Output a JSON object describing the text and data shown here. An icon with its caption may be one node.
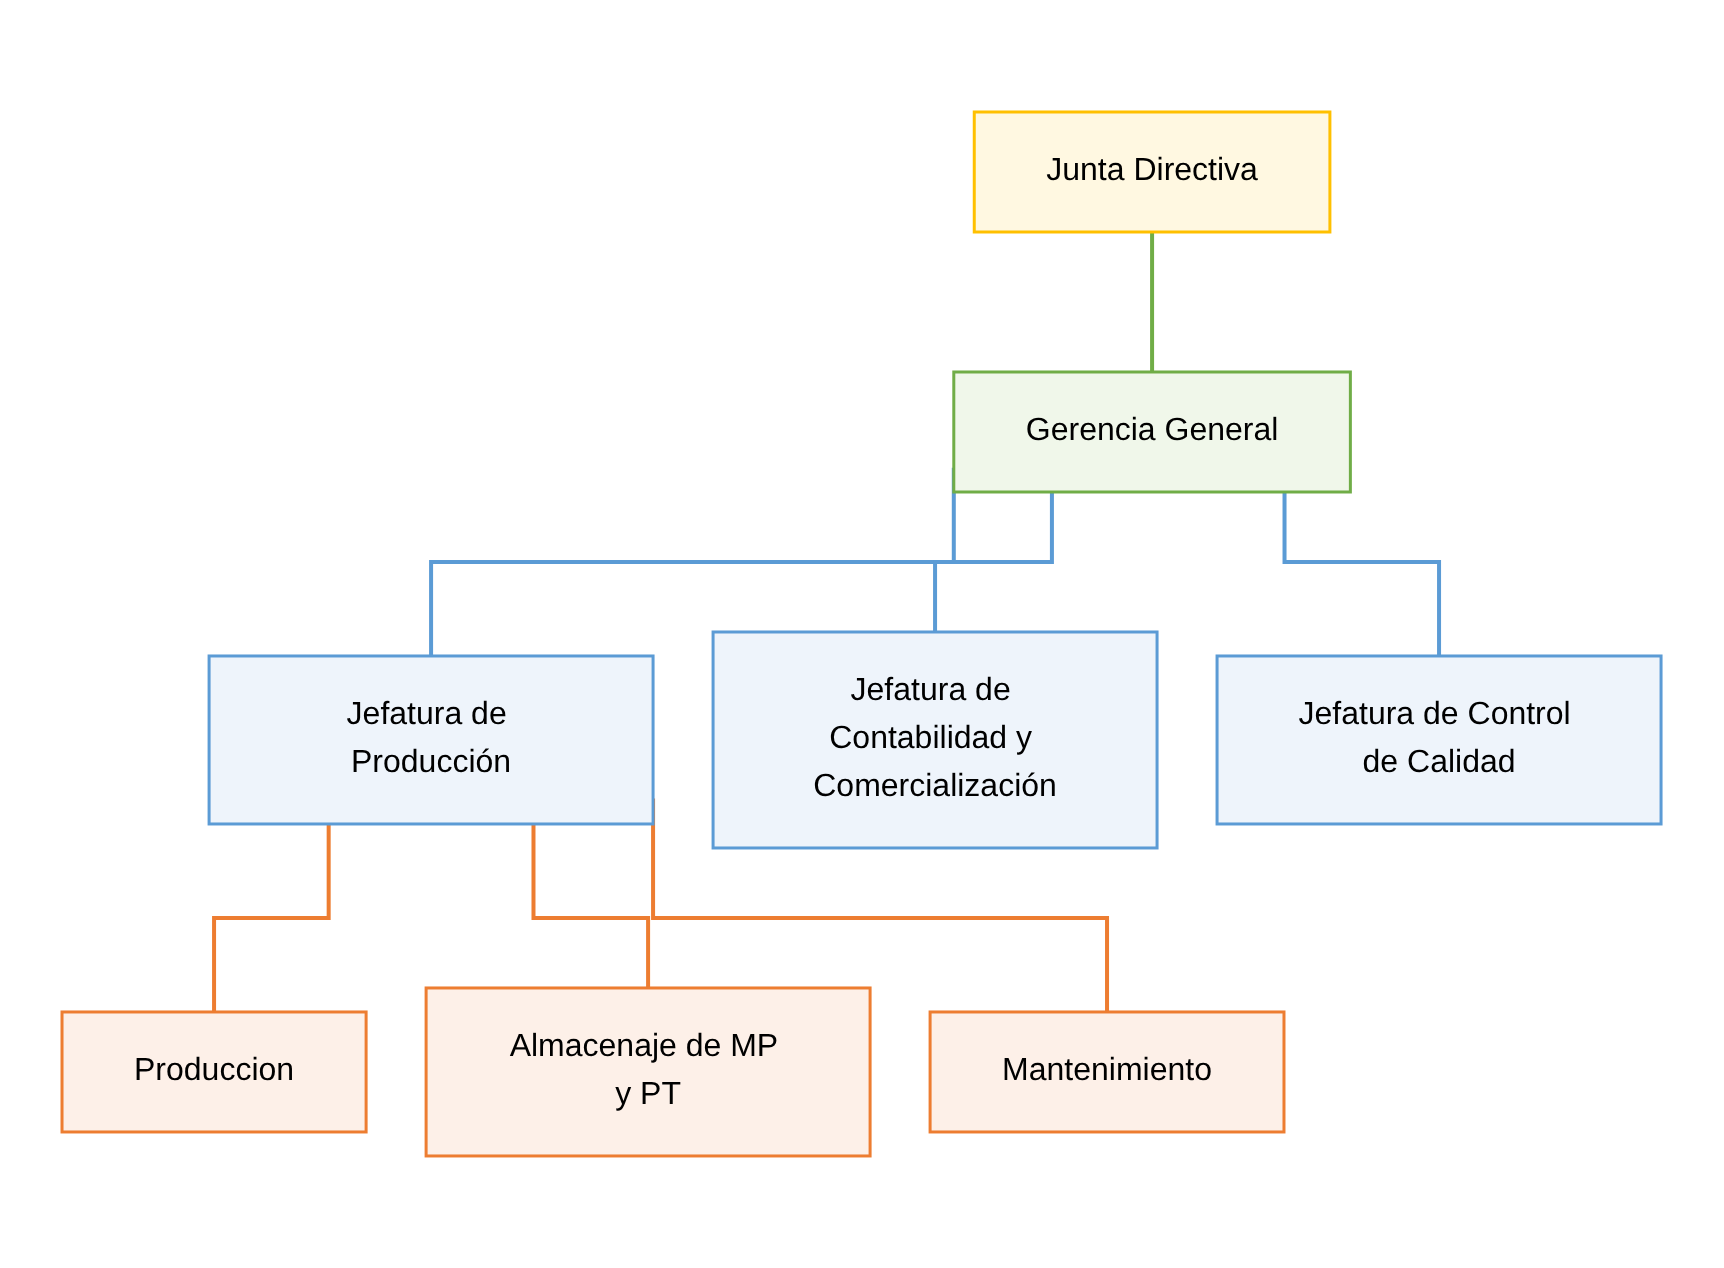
{
  "diagram": {
    "nodes": [
      {
        "text": [
          "Junta Directiva"
        ]
      },
      {
        "text": [
          "Gerencia General"
        ]
      },
      {
        "text": [
          "Jefatura de Producción"
        ]
      },
      {
        "text": [
          "Jefatura de Contabilidad y Comercialización"
        ]
      },
      {
        "text": [
          "Jefatura de Control de Calidad"
        ]
      },
      {
        "text": [
          "Produccion"
        ]
      },
      {
        "text": [
          "Almacenaje de MP y PT"
        ]
      },
      {
        "text": [
          "Mantenimiento"
        ]
      }
    ],
    "edges": [
      {
        "from": 0,
        "to": 1,
        "arrow": "none",
        "color": "#70ad47"
      },
      {
        "from": 1,
        "to": 2,
        "arrow": "none",
        "color": "#5b9bd5"
      },
      {
        "from": 1,
        "to": 3,
        "arrow": "none",
        "color": "#5b9bd5"
      },
      {
        "from": 1,
        "to": 4,
        "arrow": "none",
        "color": "#5b9bd5"
      },
      {
        "from": 2,
        "to": 5,
        "arrow": "none",
        "color": "#ed7d31"
      },
      {
        "from": 2,
        "to": 6,
        "arrow": "none",
        "color": "#ed7d31"
      },
      {
        "from": 2,
        "to": 7,
        "arrow": "none",
        "color": "#ed7d31"
      }
    ]
  }
}
